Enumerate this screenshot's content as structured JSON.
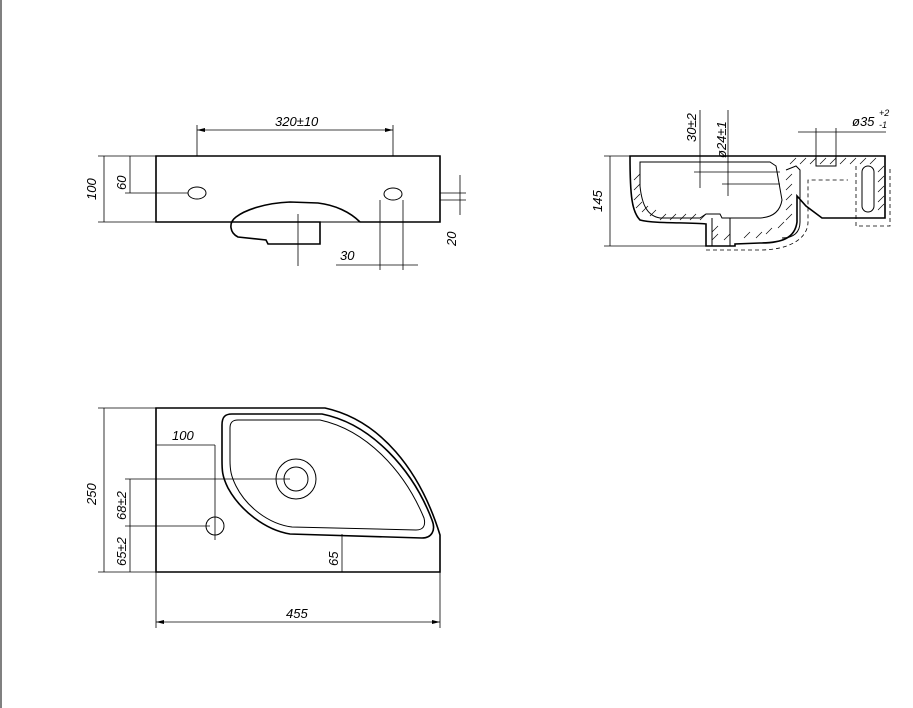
{
  "dimensions": {
    "hole_spacing": "320±10",
    "front_height": "100",
    "hole_height": "60",
    "drain_offset": "30",
    "drain_drop": "20",
    "side_height": "145",
    "overflow": "30±2",
    "drain_diameter": "ø24±1",
    "tap_hole_diameter": "ø35",
    "tap_hole_tol_upper": "+2",
    "tap_hole_tol_lower": "-1",
    "plan_depth": "250",
    "plan_tap_offset": "100",
    "plan_drain_y": "68±2",
    "plan_hole_y": "65±2",
    "plan_bowl_edge": "65",
    "plan_width": "455"
  }
}
